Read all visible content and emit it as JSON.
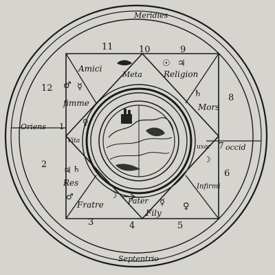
{
  "cardinals": {
    "top": "Meridies",
    "bottom": "Septentrio",
    "left": "Oriens",
    "right": "occid"
  },
  "houses": {
    "h1": "1",
    "h2": "2",
    "h3": "3",
    "h4": "4",
    "h5": "5",
    "h6": "6",
    "h7": "7",
    "h8": "8",
    "h9": "9",
    "h10": "10",
    "h11": "11",
    "h12": "12"
  },
  "labels": {
    "amici": "Amici",
    "meta": "Meta",
    "religion": "Religion",
    "fimme": "fimme",
    "mors": "Mors",
    "vita": "Vita",
    "uxor": "uxor",
    "res": "Res",
    "infirmitas": "Infirmi",
    "fratres": "Fratre",
    "pater": "Pater",
    "filii": "Fily"
  },
  "symbols": {
    "s1": "☉",
    "s2": "♃",
    "s3": "♄",
    "s4": "☿",
    "s5": "♂",
    "s6": "♀",
    "s7": "☽",
    "s8": "♃",
    "s9": "♄",
    "s10": "♂",
    "s11": "☿",
    "s12": "♀",
    "s13": "☽"
  }
}
